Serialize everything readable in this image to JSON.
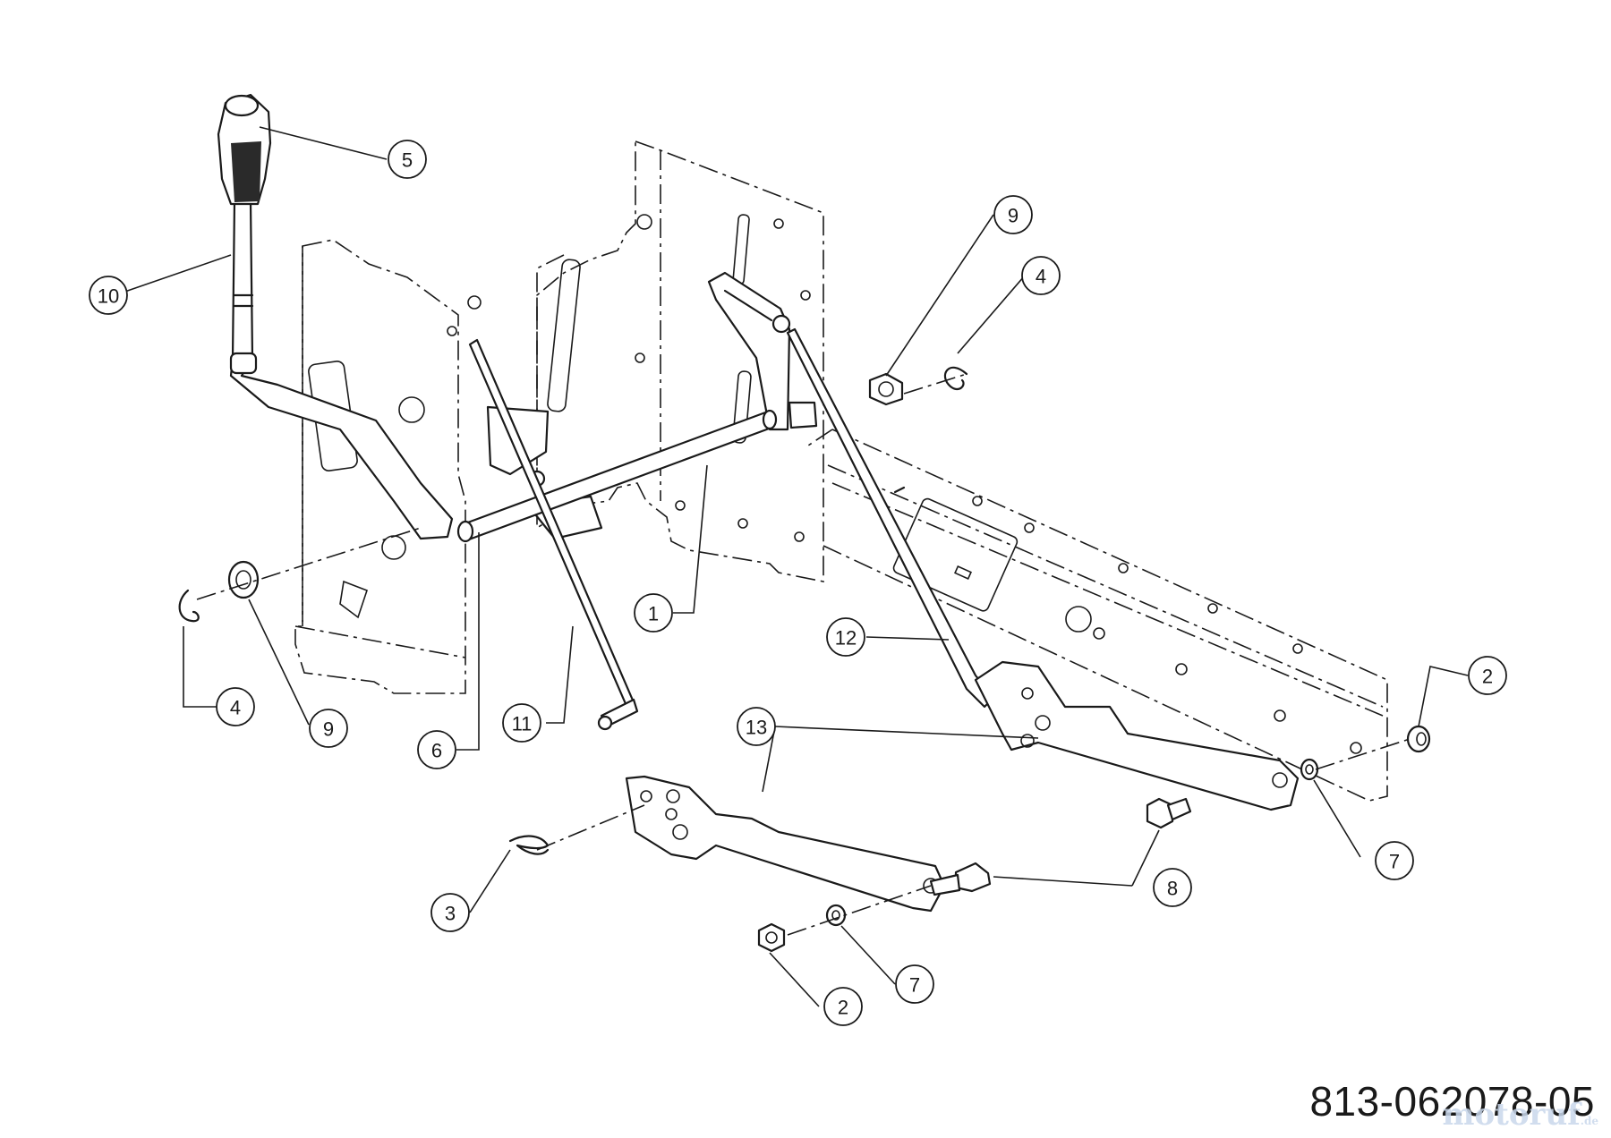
{
  "drawing": {
    "part_number": "813-062078-05",
    "watermark": "motoruf",
    "watermark_suffix": ".de"
  },
  "callouts": [
    {
      "id": "c1",
      "label": "1"
    },
    {
      "id": "c2a",
      "label": "2"
    },
    {
      "id": "c2b",
      "label": "2"
    },
    {
      "id": "c3",
      "label": "3"
    },
    {
      "id": "c4a",
      "label": "4"
    },
    {
      "id": "c4b",
      "label": "4"
    },
    {
      "id": "c5",
      "label": "5"
    },
    {
      "id": "c6",
      "label": "6"
    },
    {
      "id": "c7a",
      "label": "7"
    },
    {
      "id": "c7b",
      "label": "7"
    },
    {
      "id": "c8",
      "label": "8"
    },
    {
      "id": "c9a",
      "label": "9"
    },
    {
      "id": "c9b",
      "label": "9"
    },
    {
      "id": "c10",
      "label": "10"
    },
    {
      "id": "c11",
      "label": "11"
    },
    {
      "id": "c12",
      "label": "12"
    },
    {
      "id": "c13",
      "label": "13"
    }
  ]
}
